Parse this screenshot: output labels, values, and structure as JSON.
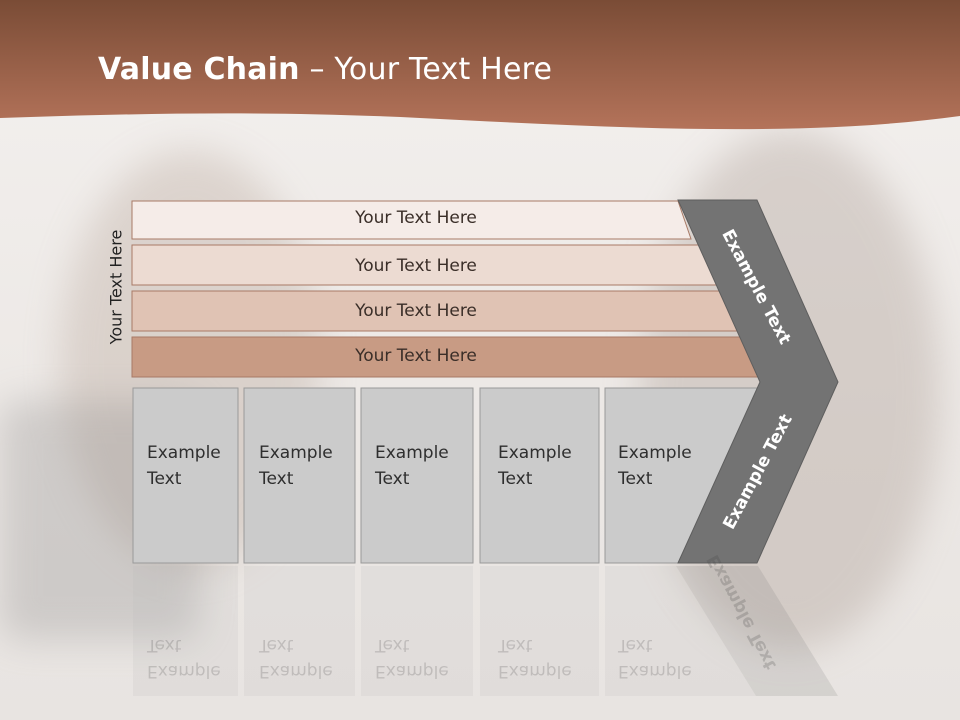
{
  "slide": {
    "title_bold": "Value Chain",
    "title_rest": " – Your Text Here"
  },
  "side_label": "Your Text Here",
  "bars": [
    {
      "label": "Your Text Here",
      "color": "#f5ece8"
    },
    {
      "label": "Your Text Here",
      "color": "#ecdbd2"
    },
    {
      "label": "Your Text Here",
      "color": "#e0c3b4"
    },
    {
      "label": "Your Text Here",
      "color": "#c89b84"
    }
  ],
  "cells": [
    {
      "label": "Example\nText"
    },
    {
      "label": "Example\nText"
    },
    {
      "label": "Example\nText"
    },
    {
      "label": "Example\nText"
    },
    {
      "label": "Example\nText"
    }
  ],
  "chevron": {
    "top_label": "Example Text",
    "bottom_label": "Example Text",
    "color": "#737373"
  },
  "colors": {
    "header": "#a0654a",
    "cell_fill": "#cbcbcb",
    "bar_border": "#a87a66"
  }
}
